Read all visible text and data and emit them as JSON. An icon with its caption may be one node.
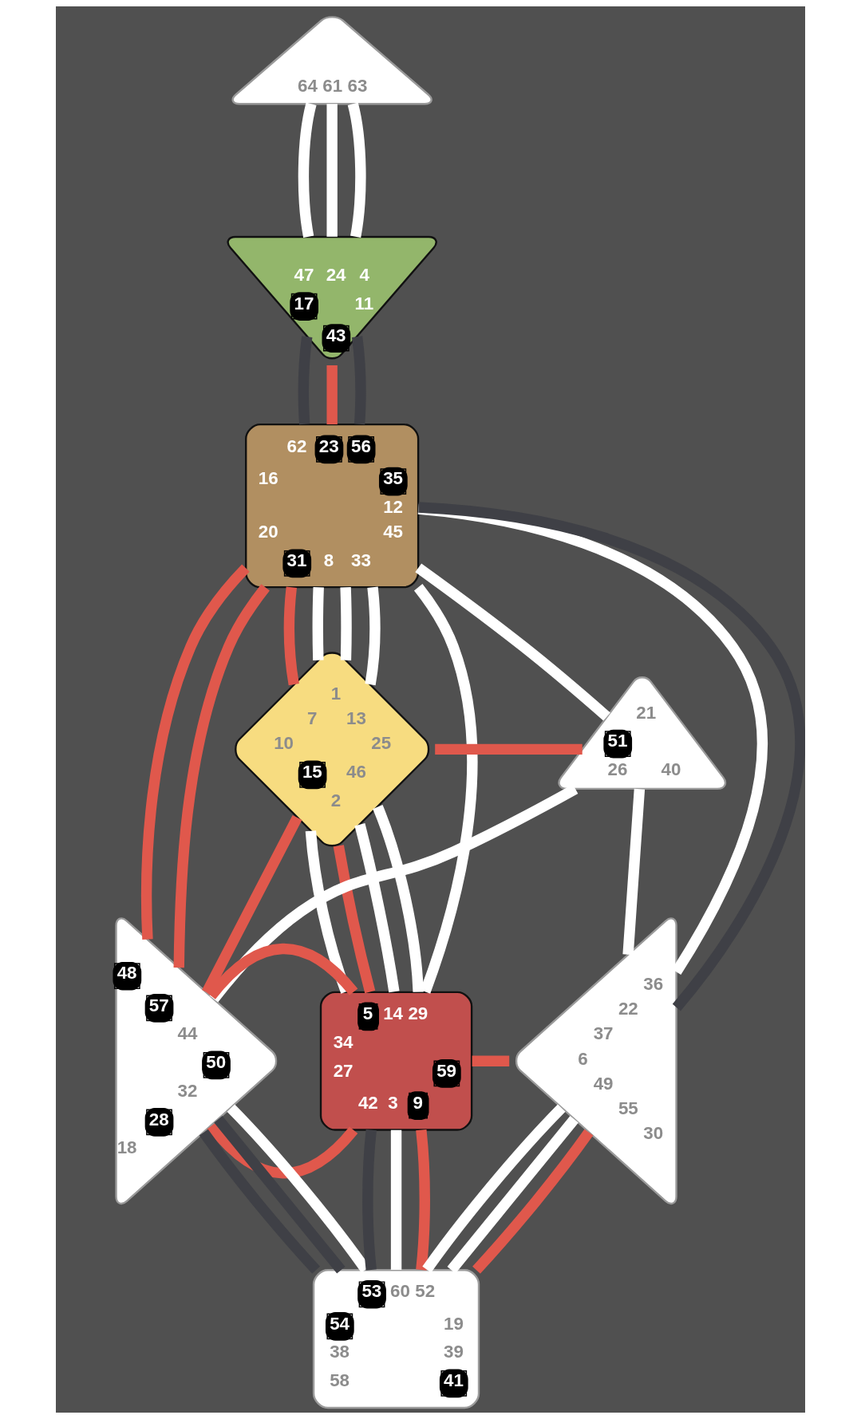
{
  "diagram": {
    "nodes": [
      {
        "text": [
          "64",
          "61",
          "63"
        ]
      },
      {
        "text": [
          "47",
          "24",
          "4",
          "17",
          "11",
          "43"
        ]
      },
      {
        "text": [
          "62",
          "23",
          "56",
          "16",
          "35",
          "12",
          "20",
          "45",
          "31",
          "8",
          "33"
        ]
      },
      {
        "text": [
          "1",
          "7",
          "13",
          "10",
          "25",
          "15",
          "46",
          "2"
        ]
      },
      {
        "text": [
          "21",
          "51",
          "26",
          "40"
        ]
      },
      {
        "text": [
          "48",
          "57",
          "44",
          "50",
          "32",
          "28",
          "18"
        ]
      },
      {
        "text": [
          "5",
          "14",
          "29",
          "34",
          "27",
          "59",
          "42",
          "3",
          "9"
        ]
      },
      {
        "text": [
          "36",
          "22",
          "37",
          "6",
          "49",
          "55",
          "30"
        ]
      },
      {
        "text": [
          "53",
          "60",
          "52",
          "54",
          "19",
          "38",
          "39",
          "58",
          "41"
        ]
      }
    ],
    "edges": [
      {
        "from": 0,
        "to": 1,
        "arrow": "none"
      },
      {
        "from": 0,
        "to": 1,
        "arrow": "none"
      },
      {
        "from": 0,
        "to": 1,
        "arrow": "none"
      },
      {
        "from": 1,
        "to": 2,
        "arrow": "none",
        "color": "#3f4046"
      },
      {
        "from": 1,
        "to": 2,
        "arrow": "none",
        "color": "#e0584c"
      },
      {
        "from": 1,
        "to": 2,
        "arrow": "none",
        "color": "#3f4046"
      },
      {
        "from": 2,
        "to": 3,
        "arrow": "none",
        "color": "#e0584c"
      },
      {
        "from": 2,
        "to": 3,
        "arrow": "none"
      },
      {
        "from": 2,
        "to": 3,
        "arrow": "none"
      },
      {
        "from": 2,
        "to": 5,
        "arrow": "none",
        "color": "#e0584c"
      },
      {
        "from": 2,
        "to": 5,
        "arrow": "none",
        "color": "#e0584c"
      },
      {
        "from": 2,
        "to": 3,
        "arrow": "none"
      },
      {
        "from": 3,
        "to": 5,
        "arrow": "none",
        "color": "#e0584c"
      },
      {
        "from": 3,
        "to": 6,
        "arrow": "none"
      },
      {
        "from": 2,
        "to": 6,
        "arrow": "none"
      },
      {
        "from": 2,
        "to": 4,
        "arrow": "none"
      },
      {
        "from": 2,
        "to": 7,
        "arrow": "none"
      },
      {
        "from": 2,
        "to": 7,
        "arrow": "none",
        "color": "#3f4046"
      },
      {
        "from": 3,
        "to": 4,
        "arrow": "none",
        "color": "#e0584c"
      },
      {
        "from": 3,
        "to": 6,
        "arrow": "none",
        "color": "#e0584c"
      },
      {
        "from": 3,
        "to": 6,
        "arrow": "none"
      },
      {
        "from": 3,
        "to": 6,
        "arrow": "none"
      },
      {
        "from": 4,
        "to": 5,
        "arrow": "none"
      },
      {
        "from": 4,
        "to": 7,
        "arrow": "none"
      },
      {
        "from": 5,
        "to": 6,
        "arrow": "none",
        "color": "#e0584c"
      },
      {
        "from": 5,
        "to": 6,
        "arrow": "none",
        "color": "#e0584c"
      },
      {
        "from": 6,
        "to": 7,
        "arrow": "none",
        "color": "#e0584c"
      },
      {
        "from": 5,
        "to": 8,
        "arrow": "none",
        "color": "#3f4046"
      },
      {
        "from": 5,
        "to": 8,
        "arrow": "none",
        "color": "#3f4046"
      },
      {
        "from": 5,
        "to": 8,
        "arrow": "none"
      },
      {
        "from": 6,
        "to": 8,
        "arrow": "none",
        "color": "#3f4046"
      },
      {
        "from": 6,
        "to": 8,
        "arrow": "none"
      },
      {
        "from": 6,
        "to": 8,
        "arrow": "none",
        "color": "#e0584c"
      },
      {
        "from": 7,
        "to": 8,
        "arrow": "none"
      },
      {
        "from": 7,
        "to": 8,
        "arrow": "none"
      },
      {
        "from": 7,
        "to": 8,
        "arrow": "none",
        "color": "#e0584c"
      }
    ]
  }
}
